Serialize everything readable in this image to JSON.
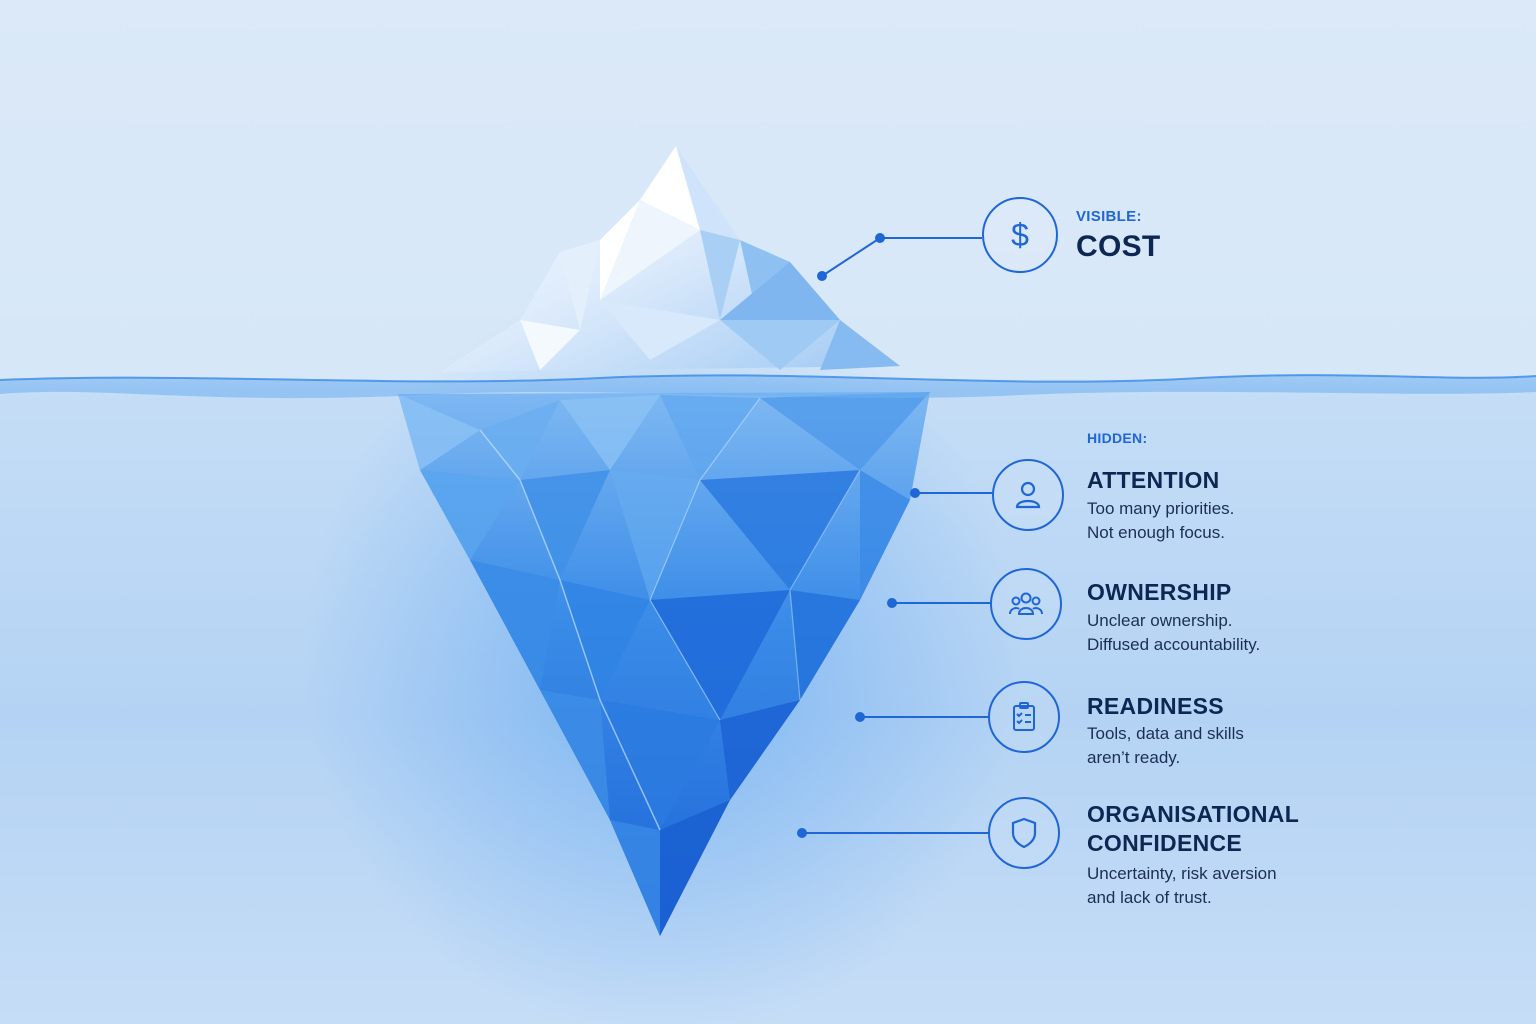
{
  "visible": {
    "label": "VISIBLE:",
    "title": "COST",
    "icon": "dollar-icon"
  },
  "hidden": {
    "label": "HIDDEN:",
    "items": [
      {
        "title": "ATTENTION",
        "lines": [
          "Too many priorities.",
          "Not enough focus."
        ],
        "icon": "person-icon"
      },
      {
        "title": "OWNERSHIP",
        "lines": [
          "Unclear ownership.",
          "Diffused accountability."
        ],
        "icon": "group-icon"
      },
      {
        "title": "READINESS",
        "lines": [
          "Tools, data and skills",
          "aren’t ready."
        ],
        "icon": "checklist-icon"
      },
      {
        "title_lines": [
          "ORGANISATIONAL",
          "CONFIDENCE"
        ],
        "lines": [
          "Uncertainty, risk aversion",
          "and lack of trust."
        ],
        "icon": "shield-icon"
      }
    ]
  },
  "colors": {
    "accent": "#1f66d6",
    "title": "#0d2753",
    "body": "#1b2f55"
  }
}
